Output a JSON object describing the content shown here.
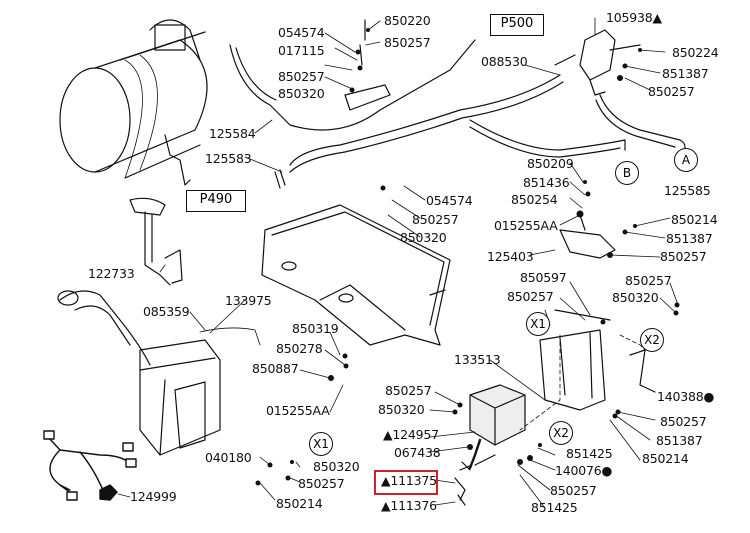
{
  "diagram": {
    "callout_boxes": [
      "P500",
      "P490"
    ],
    "connectors": [
      "A",
      "B",
      "X1",
      "X1",
      "X2",
      "X2"
    ],
    "labels": [
      "054574",
      "850220",
      "850257",
      "017115",
      "850257",
      "850320",
      "105938▲",
      "850224",
      "088530",
      "851387",
      "850257",
      "125584",
      "125583",
      "850209",
      "851436",
      "850254",
      "054574",
      "850257",
      "850320",
      "015255AA",
      "850214",
      "851387",
      "850257",
      "125403",
      "125585",
      "122733",
      "850597",
      "850257",
      "850257",
      "850320",
      "085359",
      "133975",
      "850319",
      "850278",
      "850887",
      "015255AA",
      "133513",
      "850257",
      "850320",
      "▲124957",
      "067438",
      "140388●",
      "850257",
      "851387",
      "850214",
      "851425",
      "140076●",
      "850257",
      "851425",
      "040180",
      "850320",
      "850257",
      "850214",
      "124999",
      "▲111375",
      "▲111376"
    ],
    "highlighted_part": "▲111375",
    "highlight_color": "#d0202a"
  }
}
